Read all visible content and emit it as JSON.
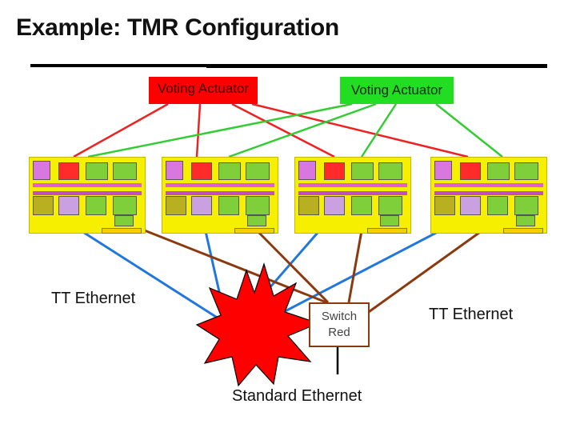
{
  "title": "Example:  TMR Configuration",
  "actuators": [
    {
      "label": "Voting Actuator",
      "color": "#ff0000"
    },
    {
      "label": "Voting  Actuator",
      "color": "#22dd22"
    }
  ],
  "switch": {
    "line1": "Switch",
    "line2": "Red"
  },
  "labels": {
    "tt_left": "TT Ethernet",
    "tt_right": "TT Ethernet",
    "standard": "Standard Ethernet"
  },
  "colors": {
    "red_link": "#ee2222",
    "green_link": "#33cc33",
    "blue_link": "#2277dd",
    "brown_link": "#8b3a0f",
    "node_bg": "#f6f000",
    "fault_star": "#ff0000"
  },
  "icons": {
    "fault": "explosion-star-icon",
    "node": "soc-node-icon"
  }
}
